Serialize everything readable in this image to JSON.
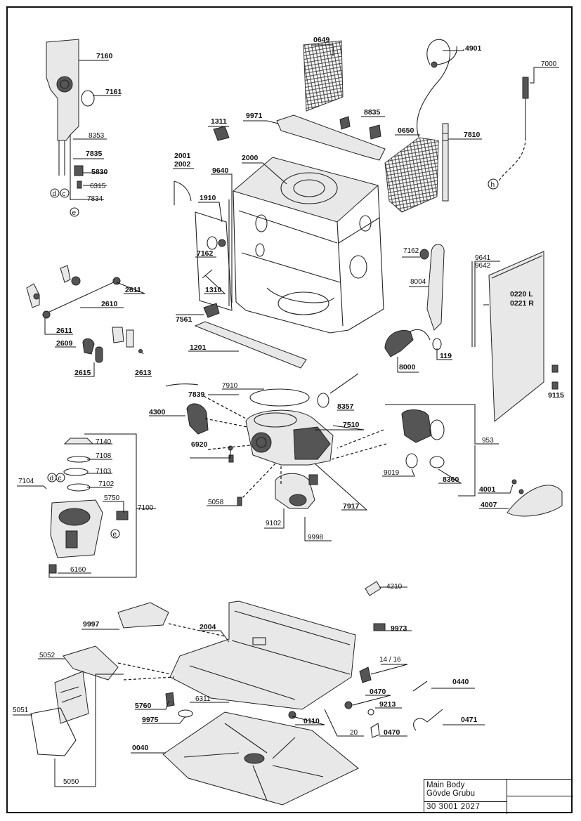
{
  "labels": {
    "l7160": "7160",
    "l7161": "7161",
    "l8353": "8353",
    "l7835": "7835",
    "l5830": "5830",
    "l6315": "6315",
    "l7834": "7834",
    "l0649": "0649",
    "l4901": "4901",
    "l7000": "7000",
    "l9971": "9971",
    "l8835": "8835",
    "l1311": "1311",
    "l0650": "0650",
    "l7810": "7810",
    "l2001": "2001",
    "l2002": "2002",
    "l2000": "2000",
    "l9640": "9640",
    "l1910": "1910",
    "l7162a": "7162",
    "l1310": "1310",
    "l7561": "7561",
    "l1201": "1201",
    "l7162b": "7162",
    "l8004": "8004",
    "l9641": "9641",
    "l9642": "9642",
    "l0220": "0220 L",
    "l0221": "0221 R",
    "l119": "119",
    "l8000": "8000",
    "l9115": "9115",
    "l2611a": "2611",
    "l2610": "2610",
    "l2611b": "2611",
    "l2609": "2609",
    "l2615": "2615",
    "l2613": "2613",
    "l7839": "7839",
    "l7910": "7910",
    "l4300": "4300",
    "l8357": "8357",
    "l7510": "7510",
    "l6920": "6920",
    "l953": "953",
    "l9019": "9019",
    "l8360": "8360",
    "l4001": "4001",
    "l4007": "4007",
    "l5058": "5058",
    "l9102": "9102",
    "l7917": "7917",
    "l9998": "9998",
    "l7140": "7140",
    "l7108": "7108",
    "l7103": "7103",
    "l7102": "7102",
    "l7104": "7104",
    "l5750": "5750",
    "l7100": "7100",
    "l6160": "6160",
    "l4210": "4210",
    "l9997": "9997",
    "l2004": "2004",
    "l9973": "9973",
    "l5052": "5052",
    "l1416": "14 / 16",
    "l0440": "0440",
    "l0470a": "0470",
    "l9213": "9213",
    "l5760": "5760",
    "l6311": "6311",
    "l9975": "9975",
    "l0110": "0110",
    "l0471": "0471",
    "l5051": "5051",
    "l20": "20",
    "l0470b": "0470",
    "l0040": "0040",
    "l5050": "5050"
  },
  "markers": {
    "d1": "d",
    "c1": "c",
    "e1": "e",
    "h1": "h",
    "d2": "d",
    "c2": "c",
    "e2": "e"
  },
  "title_block": {
    "name_line1": "Main Body",
    "name_line2": "Gövde Grubu",
    "code": "30 3001 2027"
  }
}
